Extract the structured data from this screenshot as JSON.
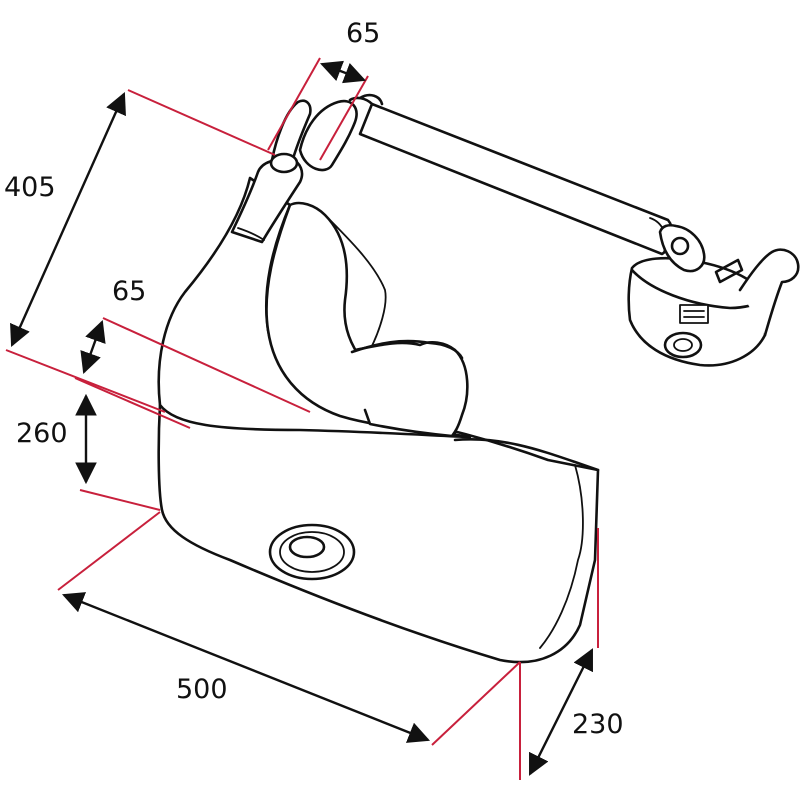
{
  "dimensions": {
    "overall_height": "405",
    "basin_rim": "65",
    "base_height": "260",
    "width": "500",
    "depth": "230",
    "spout_offset": "65"
  },
  "colors": {
    "extension_line": "#c8203c",
    "ink": "#111111",
    "background": "#ffffff"
  }
}
